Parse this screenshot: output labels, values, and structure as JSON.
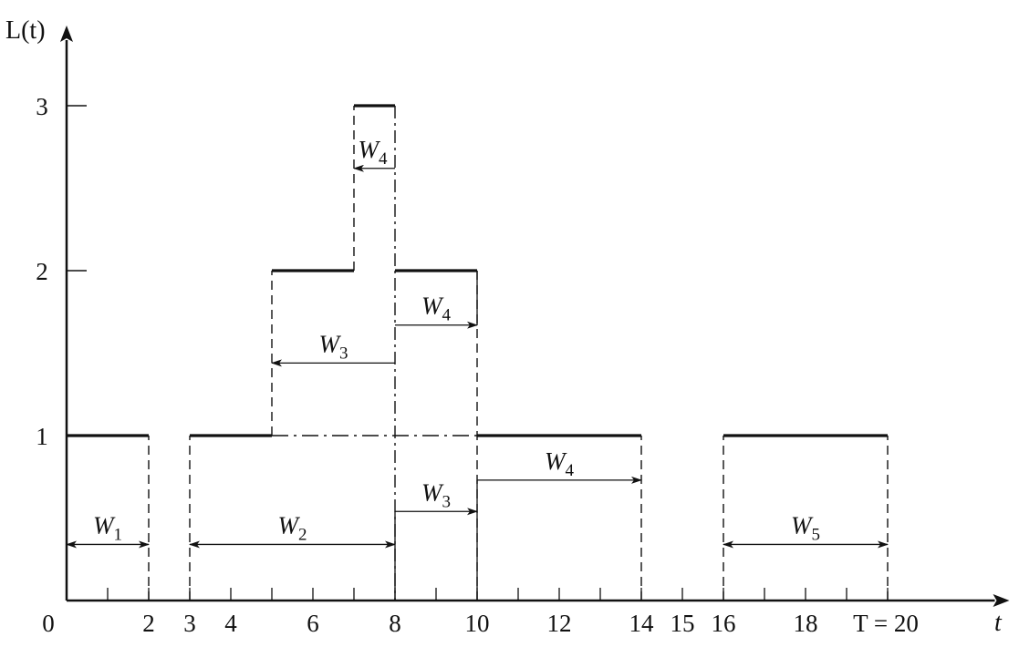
{
  "chart_data": {
    "type": "step",
    "y_axis_label": "L(t)",
    "x_axis_label": "t",
    "x_ticks": [
      {
        "value": 0,
        "label": "0"
      },
      {
        "value": 2,
        "label": "2"
      },
      {
        "value": 3,
        "label": "3"
      },
      {
        "value": 4,
        "label": "4"
      },
      {
        "value": 6,
        "label": "6"
      },
      {
        "value": 8,
        "label": "8"
      },
      {
        "value": 10,
        "label": "10"
      },
      {
        "value": 12,
        "label": "12"
      },
      {
        "value": 14,
        "label": "14"
      },
      {
        "value": 15,
        "label": "15"
      },
      {
        "value": 16,
        "label": "16"
      },
      {
        "value": 18,
        "label": "18"
      }
    ],
    "x_end_label": "T = 20",
    "x_end_value": 20,
    "y_ticks": [
      {
        "value": 1,
        "label": "1"
      },
      {
        "value": 2,
        "label": "2"
      },
      {
        "value": 3,
        "label": "3"
      }
    ],
    "minor_x_ticks": [
      1,
      5,
      7,
      9,
      11,
      13,
      17,
      19
    ],
    "xlim": [
      0,
      22.5
    ],
    "ylim": [
      0,
      3.5
    ],
    "levels": [
      {
        "x0": 0,
        "x1": 2,
        "y": 1
      },
      {
        "x0": 3,
        "x1": 5,
        "y": 1
      },
      {
        "x0": 5,
        "x1": 7,
        "y": 2
      },
      {
        "x0": 7,
        "x1": 8,
        "y": 3
      },
      {
        "x0": 8,
        "x1": 10,
        "y": 2
      },
      {
        "x0": 10,
        "x1": 14,
        "y": 1
      },
      {
        "x0": 16,
        "x1": 20,
        "y": 1
      }
    ],
    "waiting_times": [
      {
        "name": "W",
        "sub": "1",
        "from": 0,
        "to": 2,
        "y": 0.34
      },
      {
        "name": "W",
        "sub": "2",
        "from": 3,
        "to": 8,
        "y": 0.34
      },
      {
        "name": "W",
        "sub": "3",
        "from": 8,
        "to": 10,
        "y": 0.54
      },
      {
        "name": "W",
        "sub": "4",
        "from": 10,
        "to": 14,
        "y": 0.73
      },
      {
        "name": "W",
        "sub": "3",
        "from": 8,
        "to": 5,
        "y": 1.44
      },
      {
        "name": "W",
        "sub": "4",
        "from": 8,
        "to": 10,
        "y": 1.67,
        "boxed": true
      },
      {
        "name": "W",
        "sub": "4",
        "from": 8,
        "to": 7,
        "y": 2.62
      },
      {
        "name": "W",
        "sub": "5",
        "from": 16,
        "to": 20,
        "y": 0.34
      }
    ]
  }
}
